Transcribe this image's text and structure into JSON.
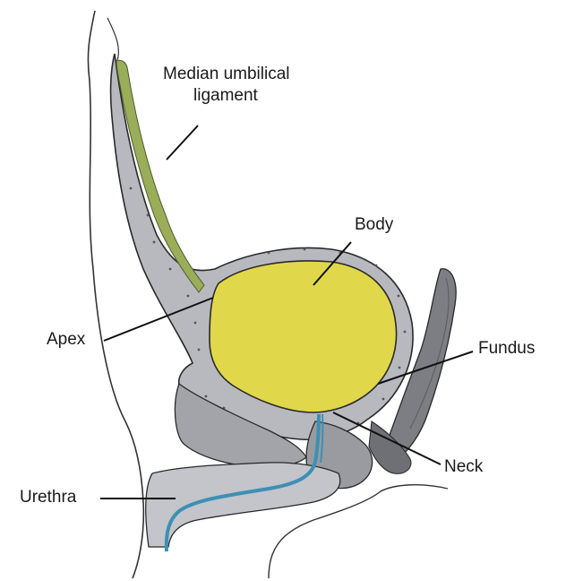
{
  "labels": {
    "median_umbilical_ligament": [
      "Median umbilical",
      "ligament"
    ],
    "body": "Body",
    "apex": "Apex",
    "fundus": "Fundus",
    "neck": "Neck",
    "urethra": "Urethra"
  },
  "colors": {
    "bladder": "#e0d84a",
    "ligament": "#9aae5a",
    "wall": "#b6b6bd",
    "tissue": "#8f8f96",
    "urethra_channel": "#3d90b4",
    "outline": "#2a2a2a"
  }
}
